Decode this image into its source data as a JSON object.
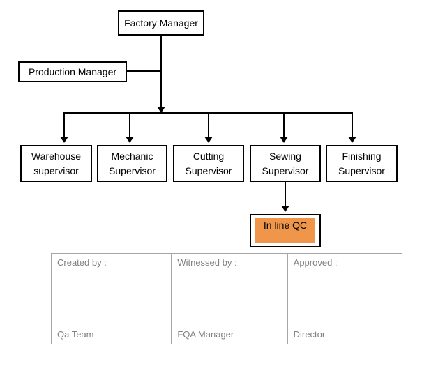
{
  "org_chart": {
    "factory_manager": "Factory Manager",
    "production_manager": "Production Manager",
    "supervisors": [
      {
        "line1": "Warehouse",
        "line2": "supervisor"
      },
      {
        "line1": "Mechanic",
        "line2": "Supervisor"
      },
      {
        "line1": "Cutting",
        "line2": "Supervisor"
      },
      {
        "line1": "Sewing",
        "line2": "Supervisor"
      },
      {
        "line1": "Finishing",
        "line2": "Supervisor"
      }
    ],
    "inline_qc": "In line QC"
  },
  "signoff_table": {
    "cells": [
      {
        "header": "Created by :",
        "footer": "Qa Team"
      },
      {
        "header": "Witnessed by :",
        "footer": "FQA Manager"
      },
      {
        "header": "Approved :",
        "footer": "Director"
      }
    ]
  },
  "colors": {
    "qc_fill": "#F0964B",
    "connector_line": "#000000",
    "table_border": "#A6A6A6",
    "table_text": "#808080"
  }
}
